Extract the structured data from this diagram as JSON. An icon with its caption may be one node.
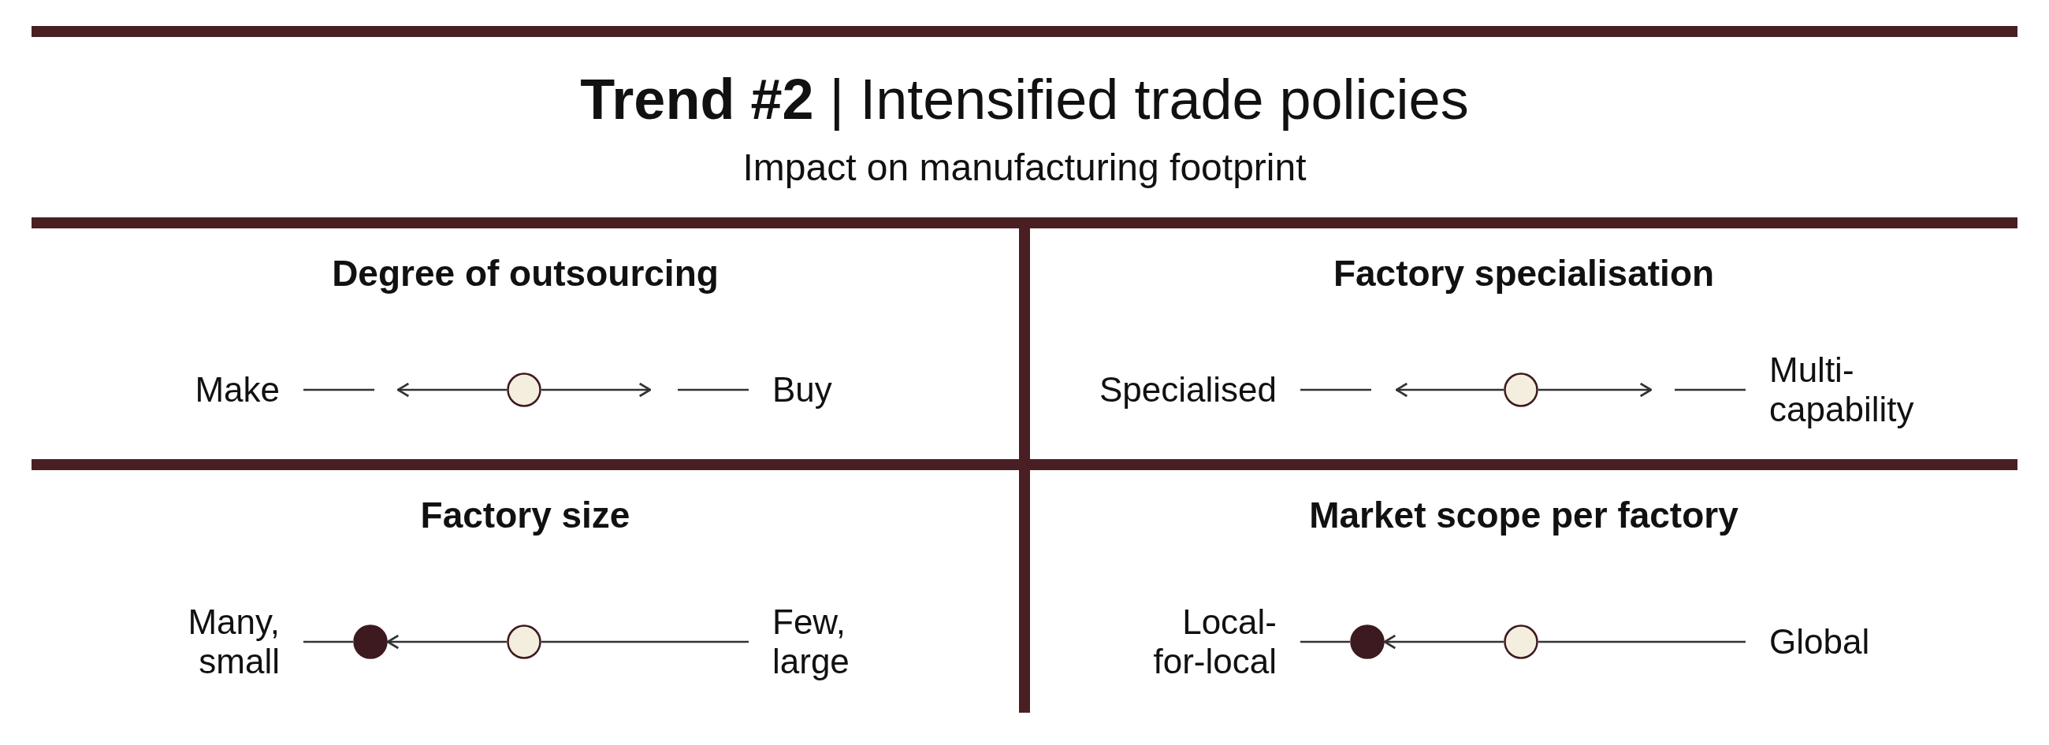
{
  "diagram": {
    "title": "**Trend #2** | Intensified trade policies",
    "caption": "Impact on manufacturing footprint",
    "nodes": [
      {
        "text": [
          "Degree of outsourcing"
        ]
      },
      {
        "text": [],
        "shape": "circle",
        "in": 0
      },
      {
        "text": [
          "Factory specialisation"
        ]
      },
      {
        "text": [],
        "shape": "circle",
        "in": 2
      },
      {
        "text": [
          "Factory size"
        ]
      },
      {
        "text": [],
        "shape": "circle",
        "in": 4
      },
      {
        "text": [],
        "shape": "circle",
        "in": 4
      },
      {
        "text": [
          "Market scope per factory"
        ]
      },
      {
        "text": [],
        "shape": "circle",
        "in": 7
      },
      {
        "text": [],
        "shape": "circle",
        "in": 7
      }
    ],
    "edges": [
      {
        "from": 1,
        "to": null,
        "arrow": "to"
      },
      {
        "from": 1,
        "to": null,
        "arrow": "to"
      },
      {
        "from": 3,
        "to": null,
        "arrow": "to"
      },
      {
        "from": 3,
        "to": null,
        "arrow": "to"
      },
      {
        "from": 6,
        "to": 5,
        "arrow": "to"
      },
      {
        "from": 9,
        "to": 8,
        "arrow": "to"
      }
    ],
    "labels": [
      "Make",
      "Buy",
      "Specialised",
      "Multi-capability",
      "Many, small",
      "Few, large",
      "Local-for-local",
      "Global"
    ]
  }
}
